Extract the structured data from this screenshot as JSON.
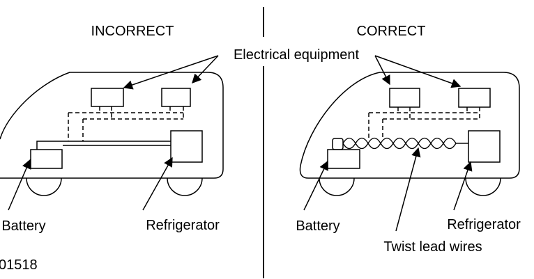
{
  "left_panel": {
    "heading": "INCORRECT",
    "battery_label": "Battery",
    "refrigerator_label": "Refrigerator"
  },
  "right_panel": {
    "heading": "CORRECT",
    "battery_label": "Battery",
    "refrigerator_label": "Refrigerator",
    "twist_label": "Twist lead wires"
  },
  "shared": {
    "equipment_label": "Electrical equipment",
    "figure_id": "01518"
  },
  "colors": {
    "stroke": "#000000",
    "background": "#ffffff"
  }
}
